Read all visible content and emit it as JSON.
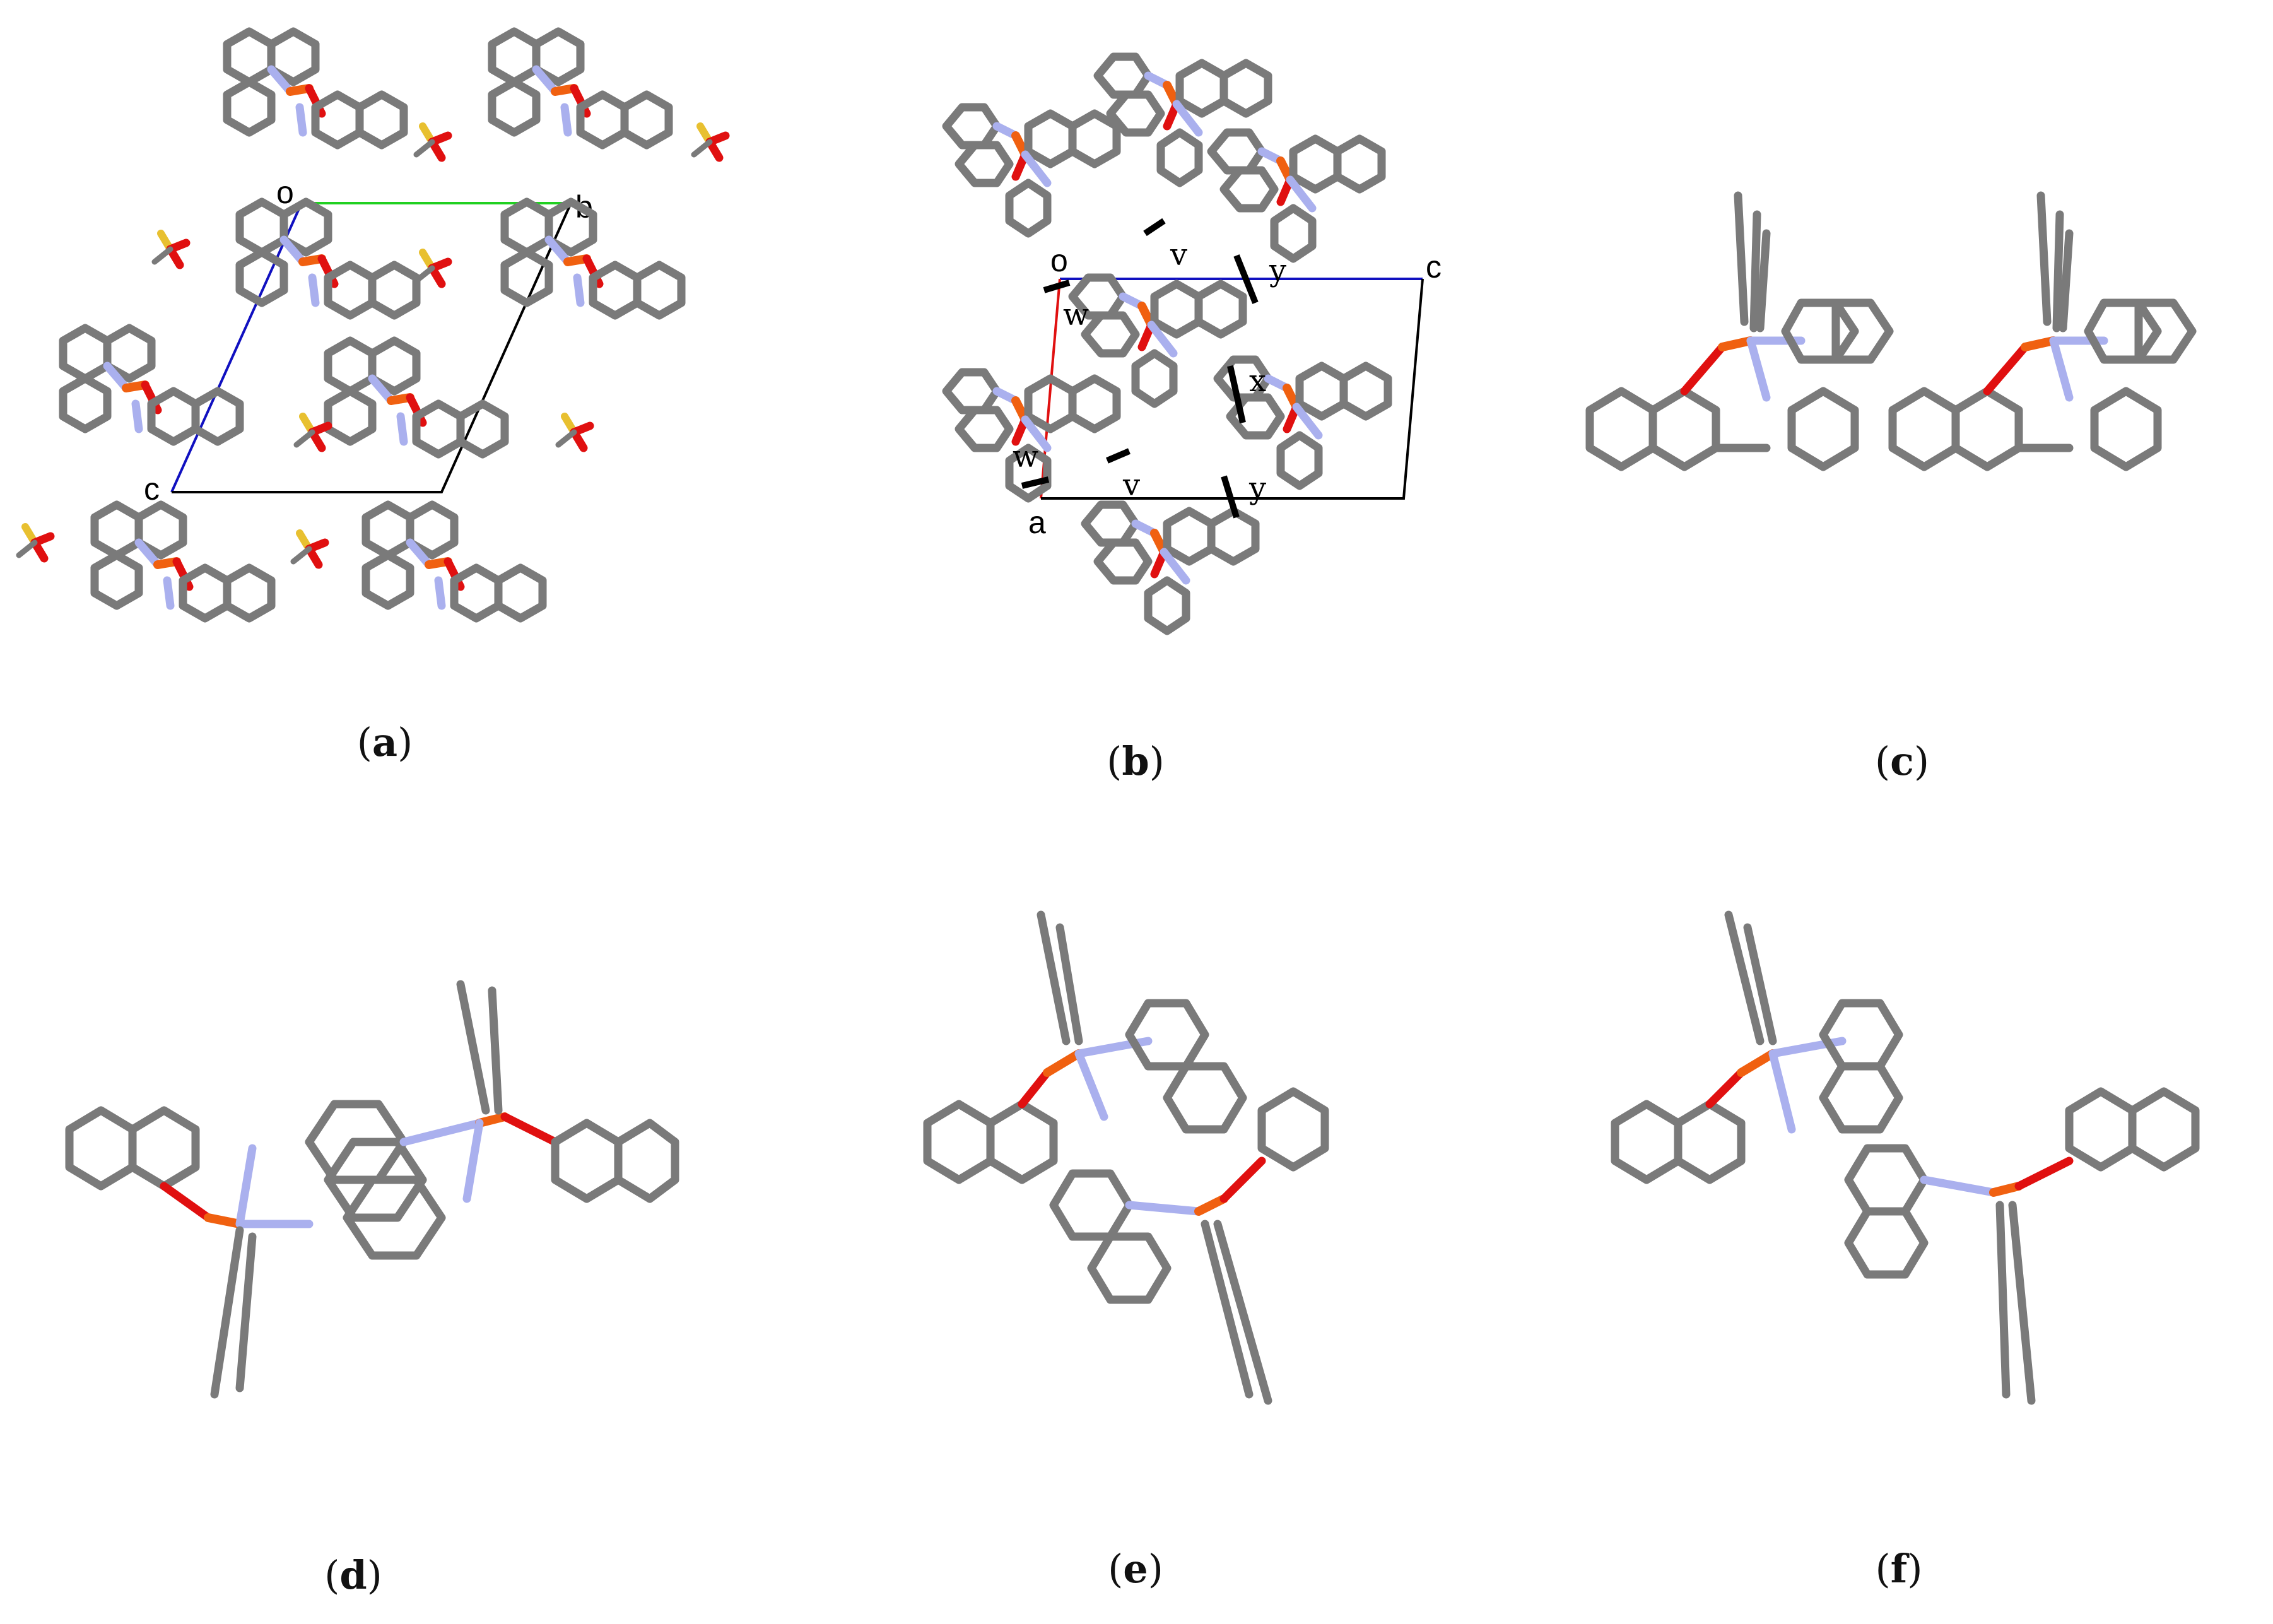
{
  "figure": {
    "captions": [
      {
        "id": "a",
        "open": "(",
        "letter": "a",
        "close": ")"
      },
      {
        "id": "b",
        "open": "(",
        "letter": "b",
        "close": ")"
      },
      {
        "id": "c",
        "open": "(",
        "letter": "c",
        "close": ")"
      },
      {
        "id": "d",
        "open": "(",
        "letter": "d",
        "close": ")"
      },
      {
        "id": "e",
        "open": "(",
        "letter": "e",
        "close": ")"
      },
      {
        "id": "f",
        "open": "(",
        "letter": "f",
        "close": ")"
      }
    ],
    "panel_a": {
      "axis_labels": {
        "origin": "o",
        "b": "b",
        "c": "c"
      }
    },
    "panel_b": {
      "axis_labels": {
        "origin": "o",
        "c": "c",
        "a": "a"
      },
      "contact_labels": {
        "v_top": "v",
        "y_top": "y",
        "w_top": "w",
        "x": "x",
        "w_bottom": "w",
        "v_bottom": "v",
        "y_bottom": "y"
      }
    },
    "colors": {
      "carbon": "#7a7a7a",
      "nitrogen": "#aab0ee",
      "oxygen": "#e01010",
      "iron": "#f06010",
      "sulfur": "#e8c030",
      "axis_b": "#20d020",
      "axis_c": "#1010c0",
      "axis_a": "#e01010"
    }
  }
}
